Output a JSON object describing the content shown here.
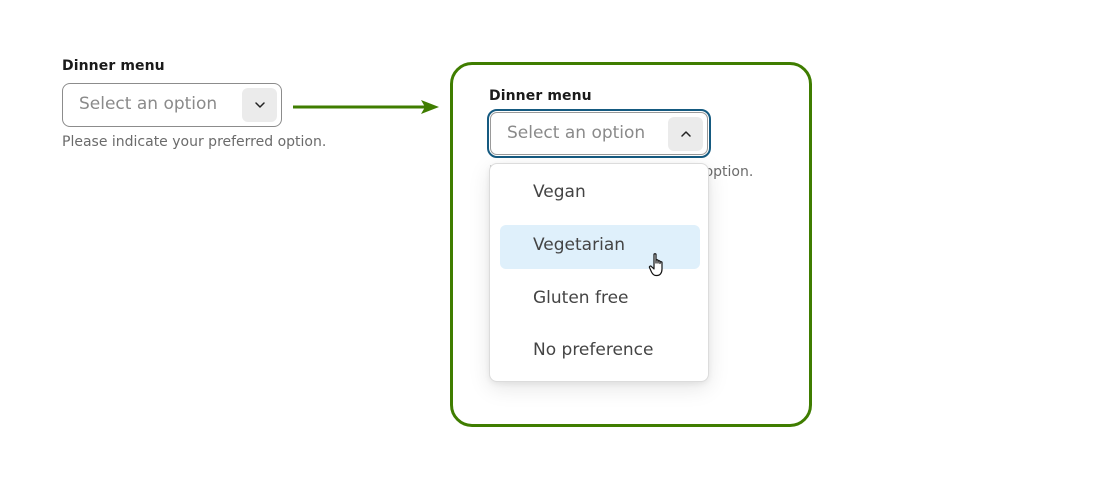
{
  "before": {
    "label": "Dinner menu",
    "select": {
      "placeholder": "Select an option",
      "toggle_icon": "chevron-down-icon",
      "state": "closed"
    },
    "hint": "Please indicate your preferred option."
  },
  "transition_arrow": {
    "icon": "arrow-right-icon",
    "color": "#3f7d00"
  },
  "after": {
    "frame_color": "#3f7d00",
    "label": "Dinner menu",
    "select": {
      "placeholder": "Select an option",
      "toggle_icon": "chevron-up-icon",
      "state": "open",
      "focus_ring_color": "#155a80"
    },
    "hint_visible_fragment": "option.",
    "options": [
      {
        "label": "Vegan",
        "hovered": false
      },
      {
        "label": "Vegetarian",
        "hovered": true
      },
      {
        "label": "Gluten free",
        "hovered": false
      },
      {
        "label": "No preference",
        "hovered": false
      }
    ],
    "hover_color": "#dff0fb",
    "cursor_icon": "hand-pointer-icon"
  }
}
